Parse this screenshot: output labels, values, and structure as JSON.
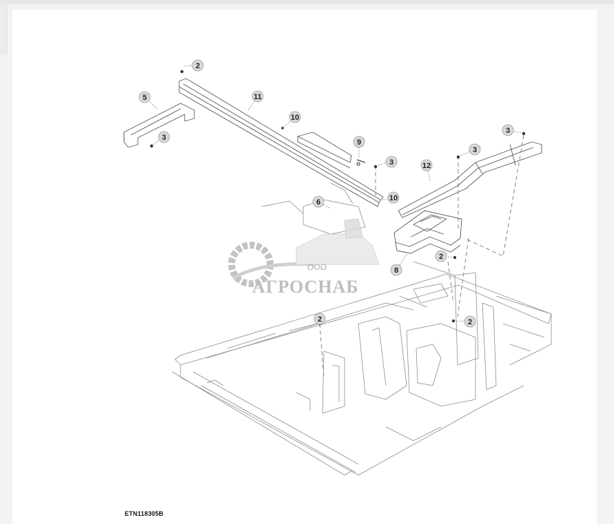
{
  "figure_code": "ETN118305B",
  "watermark": {
    "company_prefix": "ООО",
    "company_name": "АГРОСНАБ"
  },
  "callouts": [
    {
      "id": "c2a",
      "label": "2"
    },
    {
      "id": "c5",
      "label": "5"
    },
    {
      "id": "c3a",
      "label": "3"
    },
    {
      "id": "c11",
      "label": "11"
    },
    {
      "id": "c10a",
      "label": "10"
    },
    {
      "id": "c9",
      "label": "9"
    },
    {
      "id": "c3b",
      "label": "3"
    },
    {
      "id": "c10b",
      "label": "10"
    },
    {
      "id": "c6",
      "label": "6"
    },
    {
      "id": "c12",
      "label": "12"
    },
    {
      "id": "c3c",
      "label": "3"
    },
    {
      "id": "c3d",
      "label": "3"
    },
    {
      "id": "c8",
      "label": "8"
    },
    {
      "id": "c2b",
      "label": "2"
    },
    {
      "id": "c2c",
      "label": "2"
    },
    {
      "id": "c2d",
      "label": "2"
    }
  ]
}
